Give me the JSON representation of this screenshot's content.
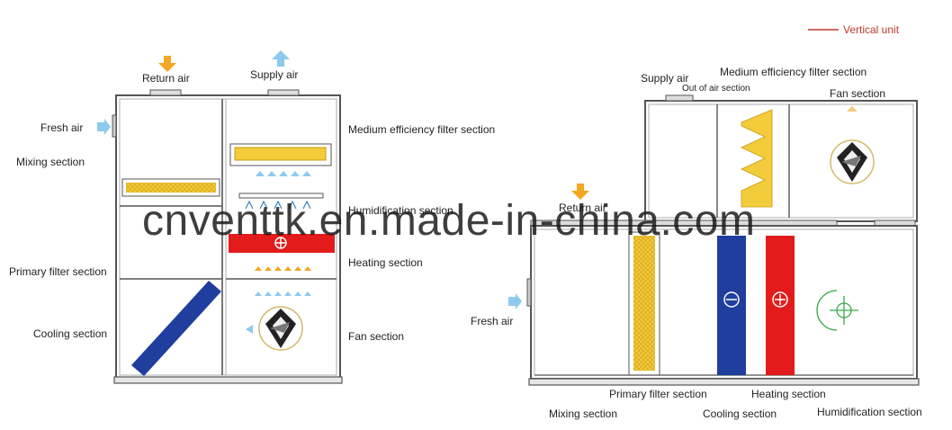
{
  "legend": {
    "label": "Vertical unit",
    "color": "#c0392b"
  },
  "watermark": "cnventtk.en.made-in-china.com",
  "colors": {
    "frame": "#555555",
    "filter_yellow": "#f2cc3a",
    "cooling_blue": "#1f3e9e",
    "heating_red": "#e31b1b",
    "airflow_orange": "#f5a623",
    "airflow_blue": "#8ec9ee"
  },
  "left_unit": {
    "top_labels": {
      "return_air": "Return air",
      "supply_air": "Supply air"
    },
    "side_labels": {
      "fresh_air": "Fresh air",
      "mixing": "Mixing section",
      "primary_filter": "Primary filter section",
      "cooling": "Cooling section",
      "medium_filter": "Medium efficiency filter section",
      "humidification": "Humidification section",
      "heating": "Heating section",
      "fan": "Fan section"
    }
  },
  "right_unit": {
    "labels": {
      "supply_air": "Supply air",
      "out_of_air": "Out of air section",
      "medium_filter": "Medium efficiency filter section",
      "fan": "Fan section",
      "return_air": "Return air",
      "fresh_air": "Fresh air",
      "primary_filter": "Primary filter section",
      "heating": "Heating section",
      "mixing": "Mixing section",
      "cooling": "Cooling section",
      "humidification": "Humidification section"
    }
  }
}
